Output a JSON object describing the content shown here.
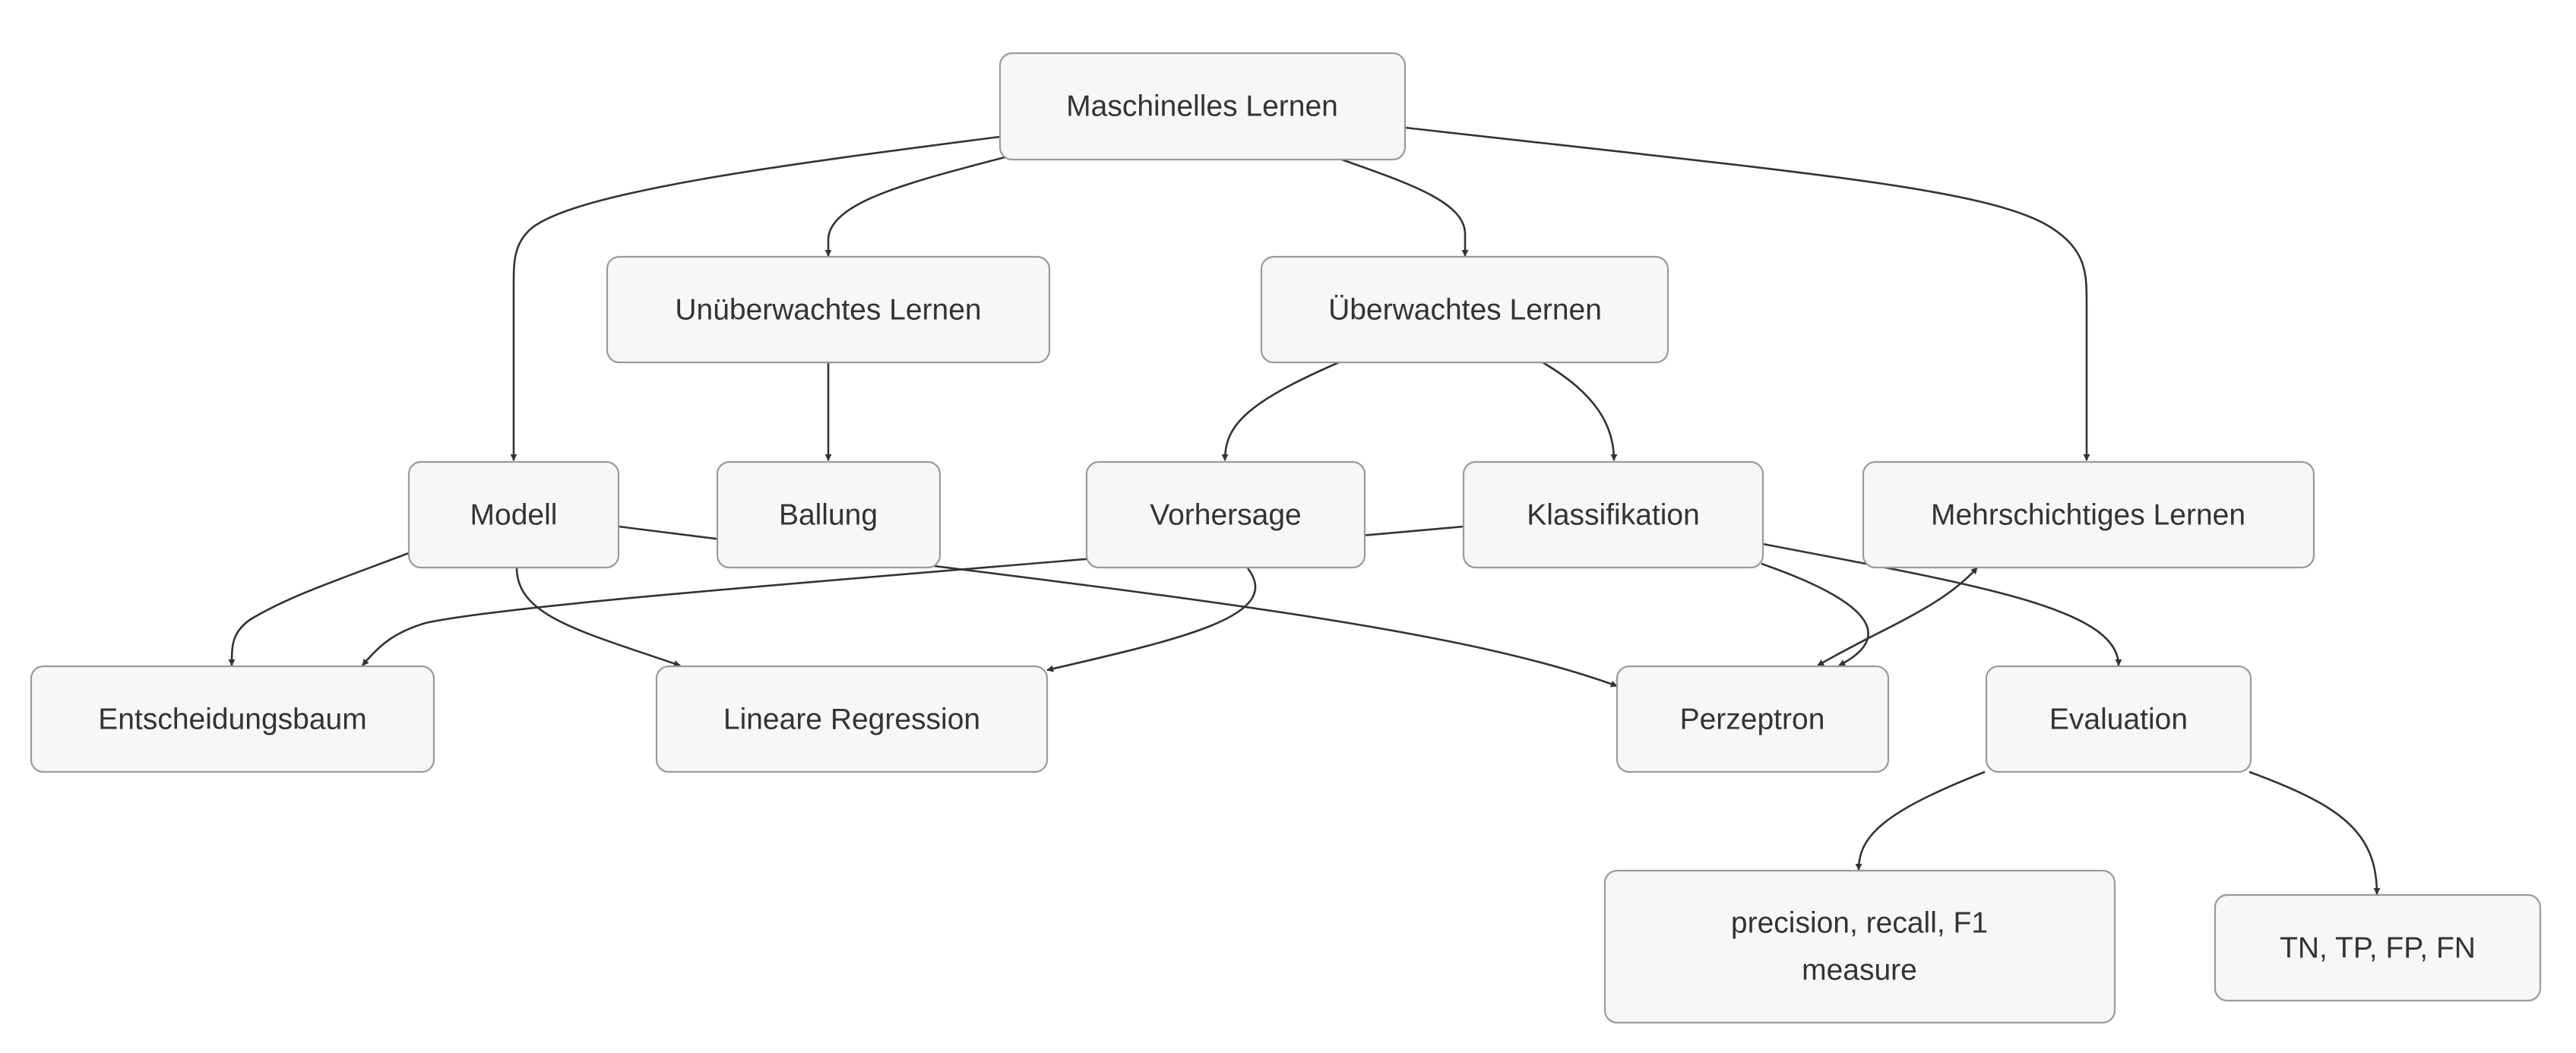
{
  "diagram": {
    "type": "flowchart",
    "nodes": {
      "ml": "Maschinelles Lernen",
      "unsup": "Unüberwachtes Lernen",
      "sup": "Überwachtes Lernen",
      "modell": "Modell",
      "ballung": "Ballung",
      "vorhersage": "Vorhersage",
      "klassifikation": "Klassifikation",
      "mehrschicht": "Mehrschichtiges Lernen",
      "baum": "Entscheidungsbaum",
      "regression": "Lineare Regression",
      "perzeptron": "Perzeptron",
      "evaluation": "Evaluation",
      "precision": [
        "precision, recall, F1",
        "measure"
      ],
      "tn": "TN, TP, FP, FN"
    },
    "edges": [
      {
        "from": "ml",
        "to": "modell"
      },
      {
        "from": "ml",
        "to": "unsup"
      },
      {
        "from": "ml",
        "to": "sup"
      },
      {
        "from": "ml",
        "to": "mehrschicht"
      },
      {
        "from": "unsup",
        "to": "ballung"
      },
      {
        "from": "sup",
        "to": "vorhersage"
      },
      {
        "from": "sup",
        "to": "klassifikation"
      },
      {
        "from": "modell",
        "to": "baum"
      },
      {
        "from": "modell",
        "to": "regression"
      },
      {
        "from": "modell",
        "to": "perzeptron"
      },
      {
        "from": "vorhersage",
        "to": "regression"
      },
      {
        "from": "klassifikation",
        "to": "baum"
      },
      {
        "from": "klassifikation",
        "to": "perzeptron"
      },
      {
        "from": "klassifikation",
        "to": "evaluation"
      },
      {
        "from": "perzeptron",
        "to": "mehrschicht"
      },
      {
        "from": "evaluation",
        "to": "precision"
      },
      {
        "from": "evaluation",
        "to": "tn"
      }
    ],
    "colors": {
      "node_fill": "#f7f7f7",
      "node_border": "#9a9a9a",
      "edge": "#333333",
      "text": "#333333"
    }
  }
}
